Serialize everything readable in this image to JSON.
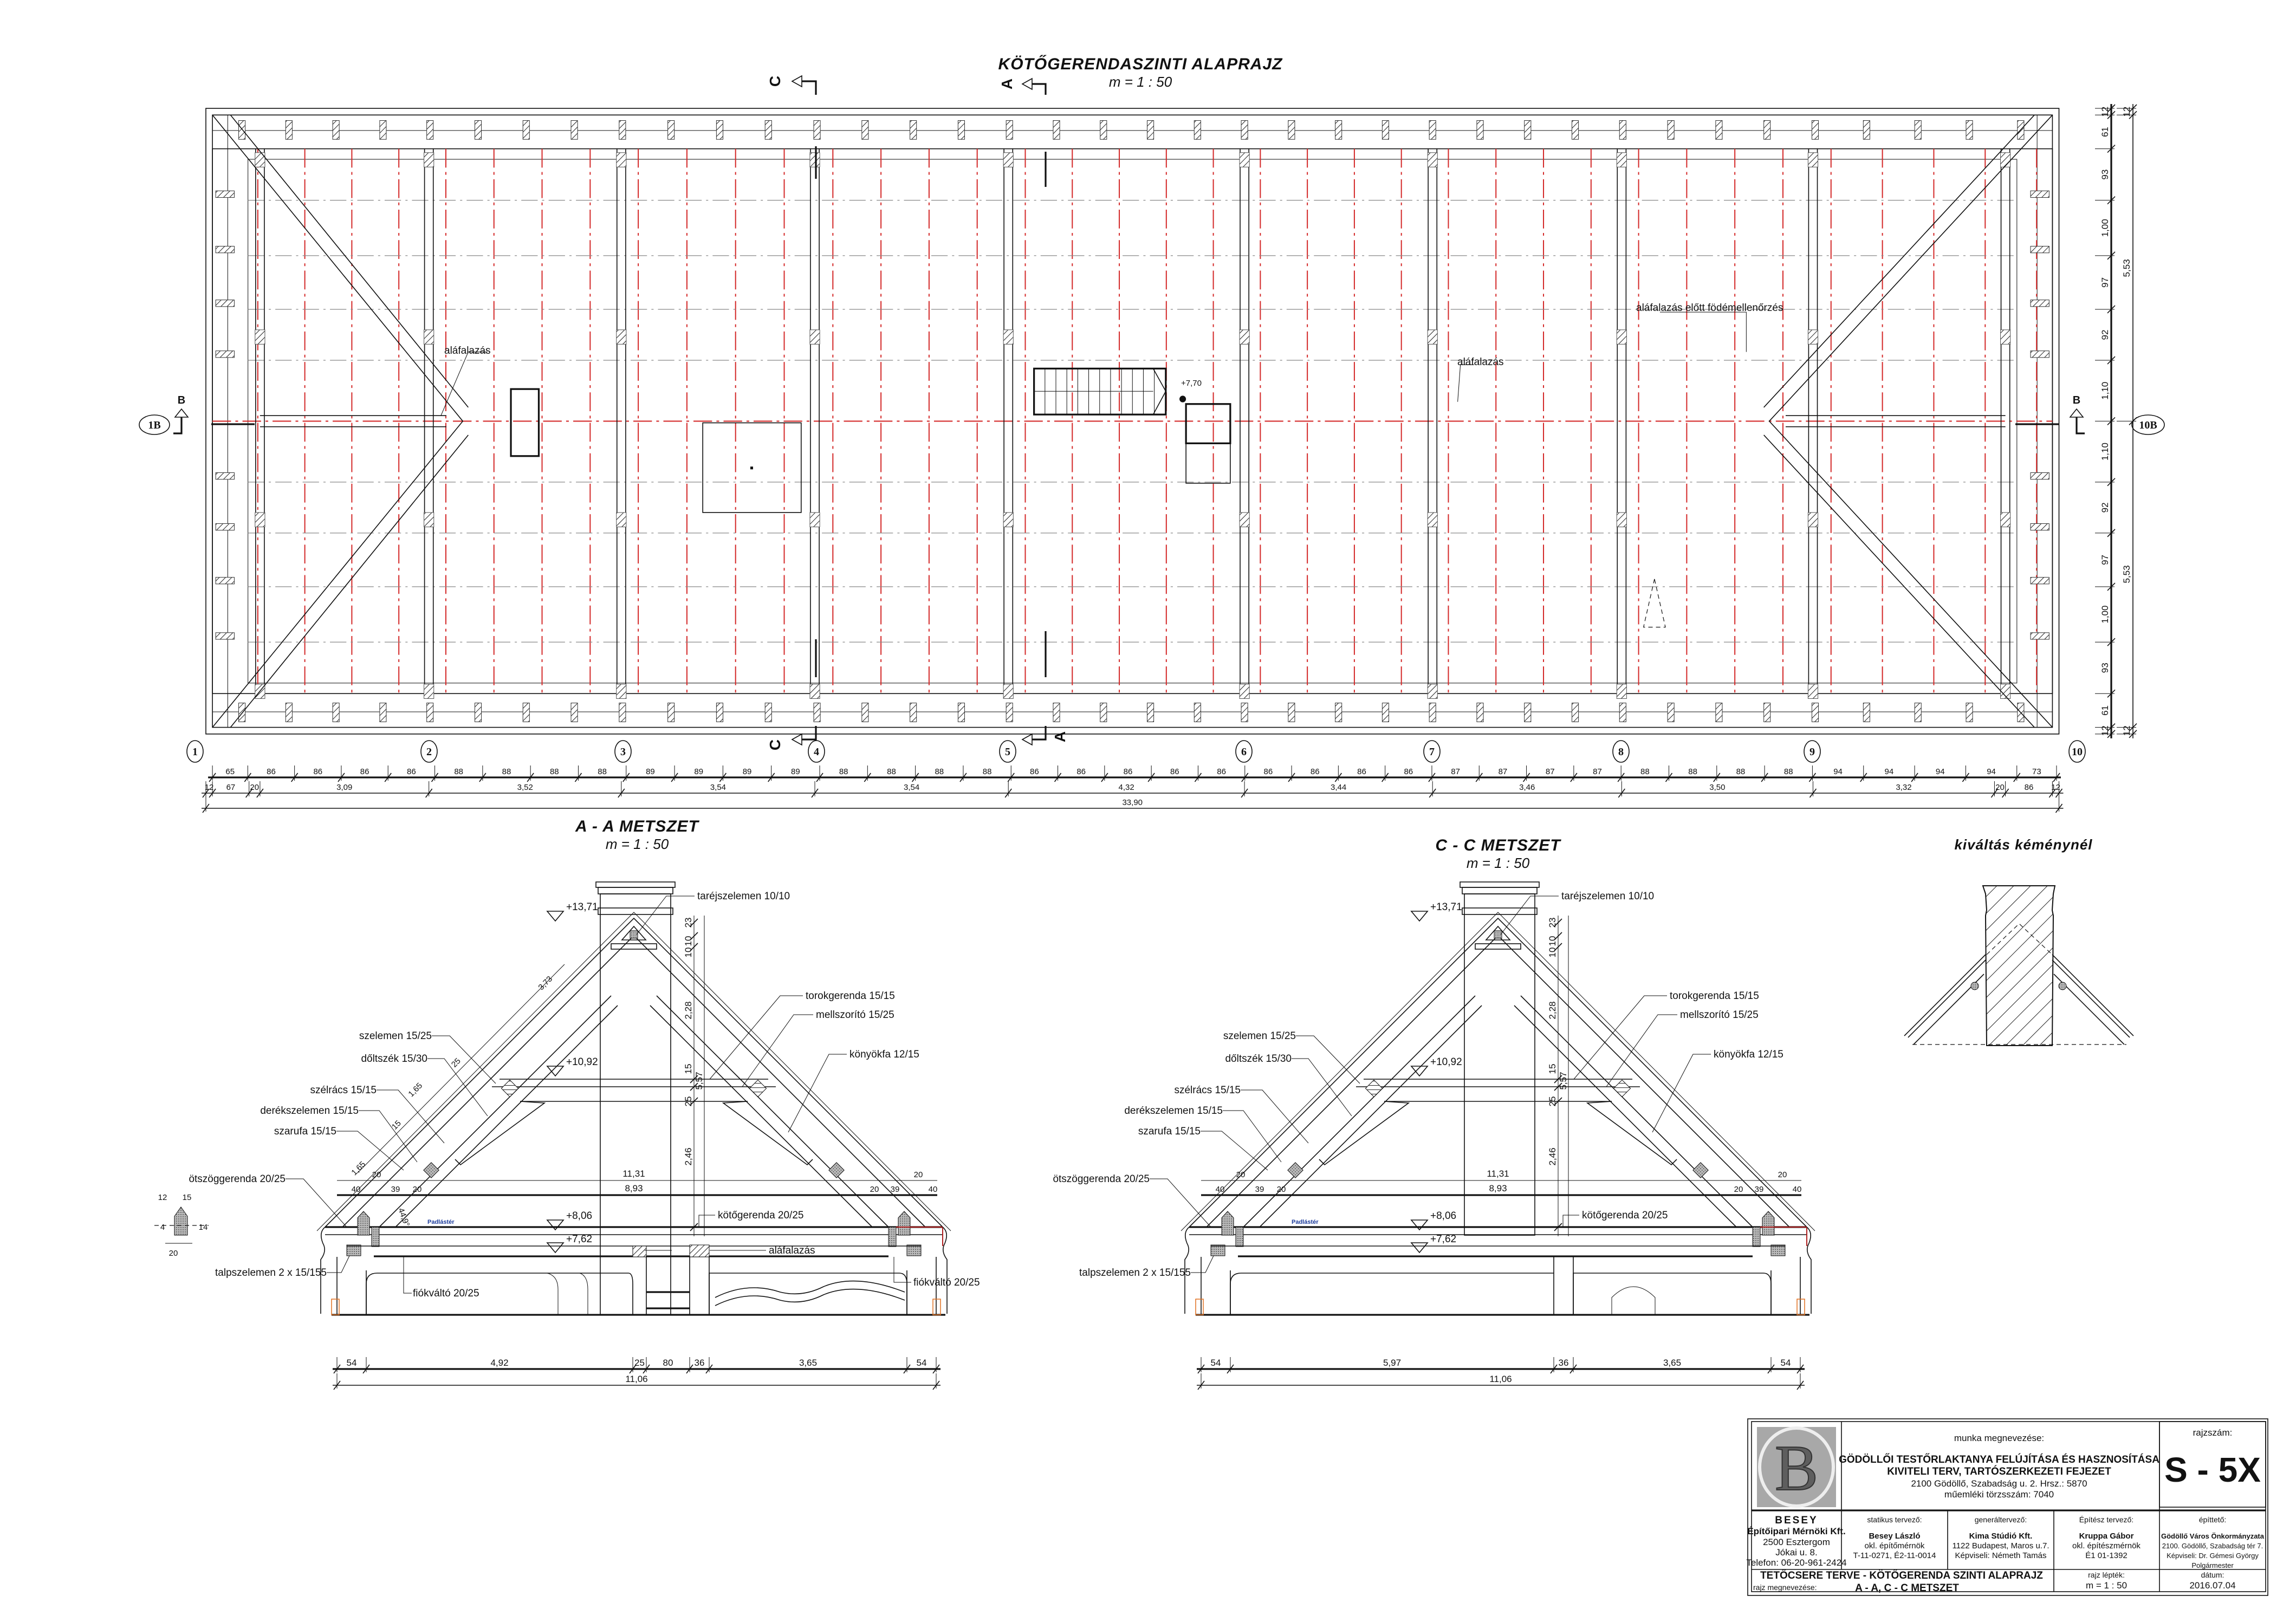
{
  "plan": {
    "title": "KÖTŐGERENDASZINTI ALAPRAJZ",
    "scale": "m = 1 : 50",
    "axes": [
      "1",
      "2",
      "3",
      "4",
      "5",
      "6",
      "7",
      "8",
      "9",
      "10"
    ],
    "axis_left": "1B",
    "axis_right": "10B",
    "mark_a": "A",
    "mark_b": "B",
    "mark_c": "C",
    "label_alafalazas_left": "aláfalazás",
    "label_alafalazas_right": "aláfalazás",
    "label_ellenorzes": "aláfalazás előtt födémellenőrzés",
    "level_stair": "+7,70",
    "dims_row1": [
      "65",
      "86",
      "86",
      "86",
      "86",
      "88",
      "88",
      "88",
      "88",
      "89",
      "89",
      "89",
      "89",
      "88",
      "88",
      "88",
      "88",
      "86",
      "86",
      "86",
      "86",
      "86",
      "86",
      "86",
      "86",
      "86",
      "87",
      "87",
      "87",
      "87",
      "88",
      "88",
      "88",
      "88",
      "94",
      "94",
      "94",
      "94",
      "73"
    ],
    "dims_row1_cm": [
      65,
      86,
      86,
      86,
      86,
      88,
      88,
      88,
      88,
      89,
      89,
      89,
      89,
      88,
      88,
      88,
      88,
      86,
      86,
      86,
      86,
      86,
      86,
      86,
      86,
      86,
      87,
      87,
      87,
      87,
      88,
      88,
      88,
      88,
      94,
      94,
      94,
      94,
      73
    ],
    "dims_row2": [
      "12",
      "67",
      "20",
      "3,09",
      "3,52",
      "3,54",
      "3,54",
      "4,32",
      "3,44",
      "3,46",
      "3,50",
      "3,32",
      "20",
      "86",
      "12"
    ],
    "dims_row2_cm": [
      12,
      67,
      20,
      309,
      352,
      354,
      354,
      432,
      344,
      346,
      350,
      332,
      20,
      86,
      12
    ],
    "dims_total": "33,90",
    "dims_right_row1": [
      "12",
      "61",
      "93",
      "1,00",
      "97",
      "92",
      "1,10",
      "1,10",
      "92",
      "97",
      "1,00",
      "93",
      "61",
      "12"
    ],
    "dims_right_row1_cm": [
      12,
      61,
      93,
      100,
      97,
      92,
      110,
      110,
      92,
      97,
      100,
      93,
      61,
      12
    ],
    "dims_right_row2": [
      "12",
      "5,53",
      "5,53",
      "12"
    ],
    "dims_right_row2_cm": [
      12,
      553,
      553,
      12
    ]
  },
  "section_aa": {
    "title": "A - A METSZET",
    "scale": "m = 1 : 50",
    "levels": [
      "+13,71",
      "+10,92",
      "+8,06",
      "+7,62"
    ],
    "labels_left": [
      "szelemen 15/25",
      "dőltszék 15/30",
      "szélrács 15/15",
      "derékszelemen 15/15",
      "szarufa 15/15",
      "ötszöggerenda 20/25",
      "talpszelemen 2 x 15/155"
    ],
    "labels_right": [
      "taréjszelemen 10/10",
      "torokgerenda 15/15",
      "mellszorító 15/25",
      "könyökfa 12/15",
      "kötőgerenda 20/25"
    ],
    "label_alafalazas": "aláfalazás",
    "label_fiokvalto_left": "fiókváltó 20/25",
    "label_fiokvalto_right": "fiókváltó 20/25",
    "room_label": "Padlástér",
    "slope_dims": [
      "3,73",
      "25",
      "1,65",
      "15",
      "1,65"
    ],
    "angle": "44,9°",
    "vertical_dims": [
      "23",
      "10",
      "10",
      "2,28",
      "15",
      "5,57",
      "25",
      "2,46"
    ],
    "span_outer": "11,31",
    "span_inner": "8,93",
    "eave_dims_left": [
      "20",
      "40",
      "39",
      "20"
    ],
    "eave_dims_right": [
      "20",
      "39",
      "20",
      "40"
    ],
    "detail_dims": [
      "12",
      "15",
      "14",
      "4",
      "20"
    ],
    "bottom_dims": [
      "54",
      "4,92",
      "25",
      "80",
      "36",
      "3,65",
      "54"
    ],
    "bottom_dims_cm": [
      54,
      492,
      25,
      80,
      36,
      365,
      54
    ],
    "bottom_total": "11,06"
  },
  "section_cc": {
    "title": "C - C METSZET",
    "scale": "m = 1 : 50",
    "levels": [
      "+13,71",
      "+10,92",
      "+8,06",
      "+7,62"
    ],
    "labels_left": [
      "szelemen 15/25",
      "dőltszék 15/30",
      "szélrács 15/15",
      "derékszelemen 15/15",
      "szarufa 15/15",
      "ötszöggerenda 20/25",
      "talpszelemen 2 x 15/155"
    ],
    "labels_right": [
      "taréjszelemen 10/10",
      "torokgerenda 15/15",
      "mellszorító 15/25",
      "könyökfa 12/15",
      "kötőgerenda 20/25"
    ],
    "room_label": "Padlástér",
    "vertical_dims": [
      "23",
      "10",
      "10",
      "2,28",
      "15",
      "5,57",
      "25",
      "2,46"
    ],
    "span_outer": "11,31",
    "span_inner": "8,93",
    "eave_dims_left": [
      "20",
      "40",
      "39",
      "20"
    ],
    "eave_dims_right": [
      "20",
      "39",
      "20",
      "40"
    ],
    "bottom_dims": [
      "54",
      "5,97",
      "36",
      "3,65",
      "54"
    ],
    "bottom_dims_cm": [
      54,
      597,
      36,
      365,
      54
    ],
    "bottom_total": "11,06"
  },
  "detail": {
    "title": "kiváltás kéménynél"
  },
  "title_block": {
    "logo_letter": "B",
    "project_label": "munka megnevezése:",
    "project_line1": "GÖDÖLLŐI TESTŐRLAKTANYA FELÚJÍTÁSA ÉS HASZNOSÍTÁSA",
    "project_line2": "KIVITELI TERV, TARTÓSZERKEZETI FEJEZET",
    "project_line3": "2100 Gödöllő, Szabadság u. 2. Hrsz.: 5870",
    "project_line4": "műemléki törzsszám: 7040",
    "drawing_no_label": "rajzszám:",
    "drawing_no": "S - 5X",
    "firm": [
      "BESEY",
      "Építőipari Mérnöki Kft.",
      "2500 Esztergom",
      "Jókai u. 8.",
      "Telefon: 06-20-961-2424"
    ],
    "static_label": "statikus tervező:",
    "static": [
      "Besey László",
      "okl. építőmérnök",
      "T-11-0271, É2-11-0014"
    ],
    "general_label": "generáltervező:",
    "general": [
      "Kima Stúdió Kft.",
      "1122 Budapest, Maros u.7.",
      "Képviseli: Németh Tamás"
    ],
    "architect_label": "Építész tervező:",
    "architect": [
      "Kruppa Gábor",
      "okl. építészmérnök",
      "É1 01-1392"
    ],
    "client_label": "építtető:",
    "client": [
      "Gödöllő Város Önkormányzata",
      "2100. Gödöllő, Szabadság tér 7.",
      "Képviseli: Dr. Gémesi György",
      "Polgármester"
    ],
    "drawing_title1": "TETŐCSERE TERVE - KÖTŐGERENDA SZINTI ALAPRAJZ",
    "drawing_title2": "A - A, C - C METSZET",
    "drawing_name_label": "rajz megnevezése:",
    "scale_label": "rajz lépték:",
    "scale": "m = 1 : 50",
    "date_label": "dátum:",
    "date": "2016.07.04"
  },
  "colors": {
    "axis_line": "#d42a2a",
    "ink": "#111111",
    "room_label": "#1a3a9a",
    "eave_red": "#b02020"
  }
}
